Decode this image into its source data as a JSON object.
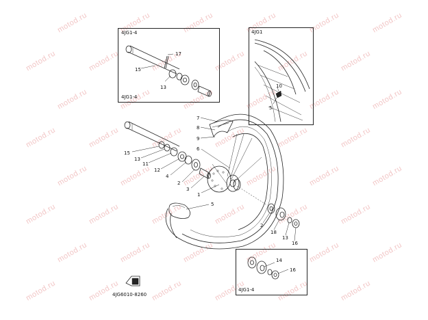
{
  "watermark": "motod.ru",
  "insets": {
    "top_left": {
      "label": "4JG1-4"
    },
    "top_right": {
      "label": "4JG1"
    },
    "bottom_right": {
      "label": "4JG1-4"
    }
  },
  "callouts": {
    "inset_tl": [
      "17",
      "15",
      "13"
    ],
    "inset_tr": [
      "10",
      "5"
    ],
    "main_left": [
      "15",
      "13",
      "11",
      "12",
      "4",
      "2",
      "3",
      "1"
    ],
    "main_tire": [
      "7",
      "8",
      "9",
      "6",
      "5"
    ],
    "main_right": [
      "2",
      "18",
      "13",
      "16"
    ],
    "inset_br": [
      "14",
      "16"
    ]
  },
  "figure_code": "4JG6010-8260"
}
